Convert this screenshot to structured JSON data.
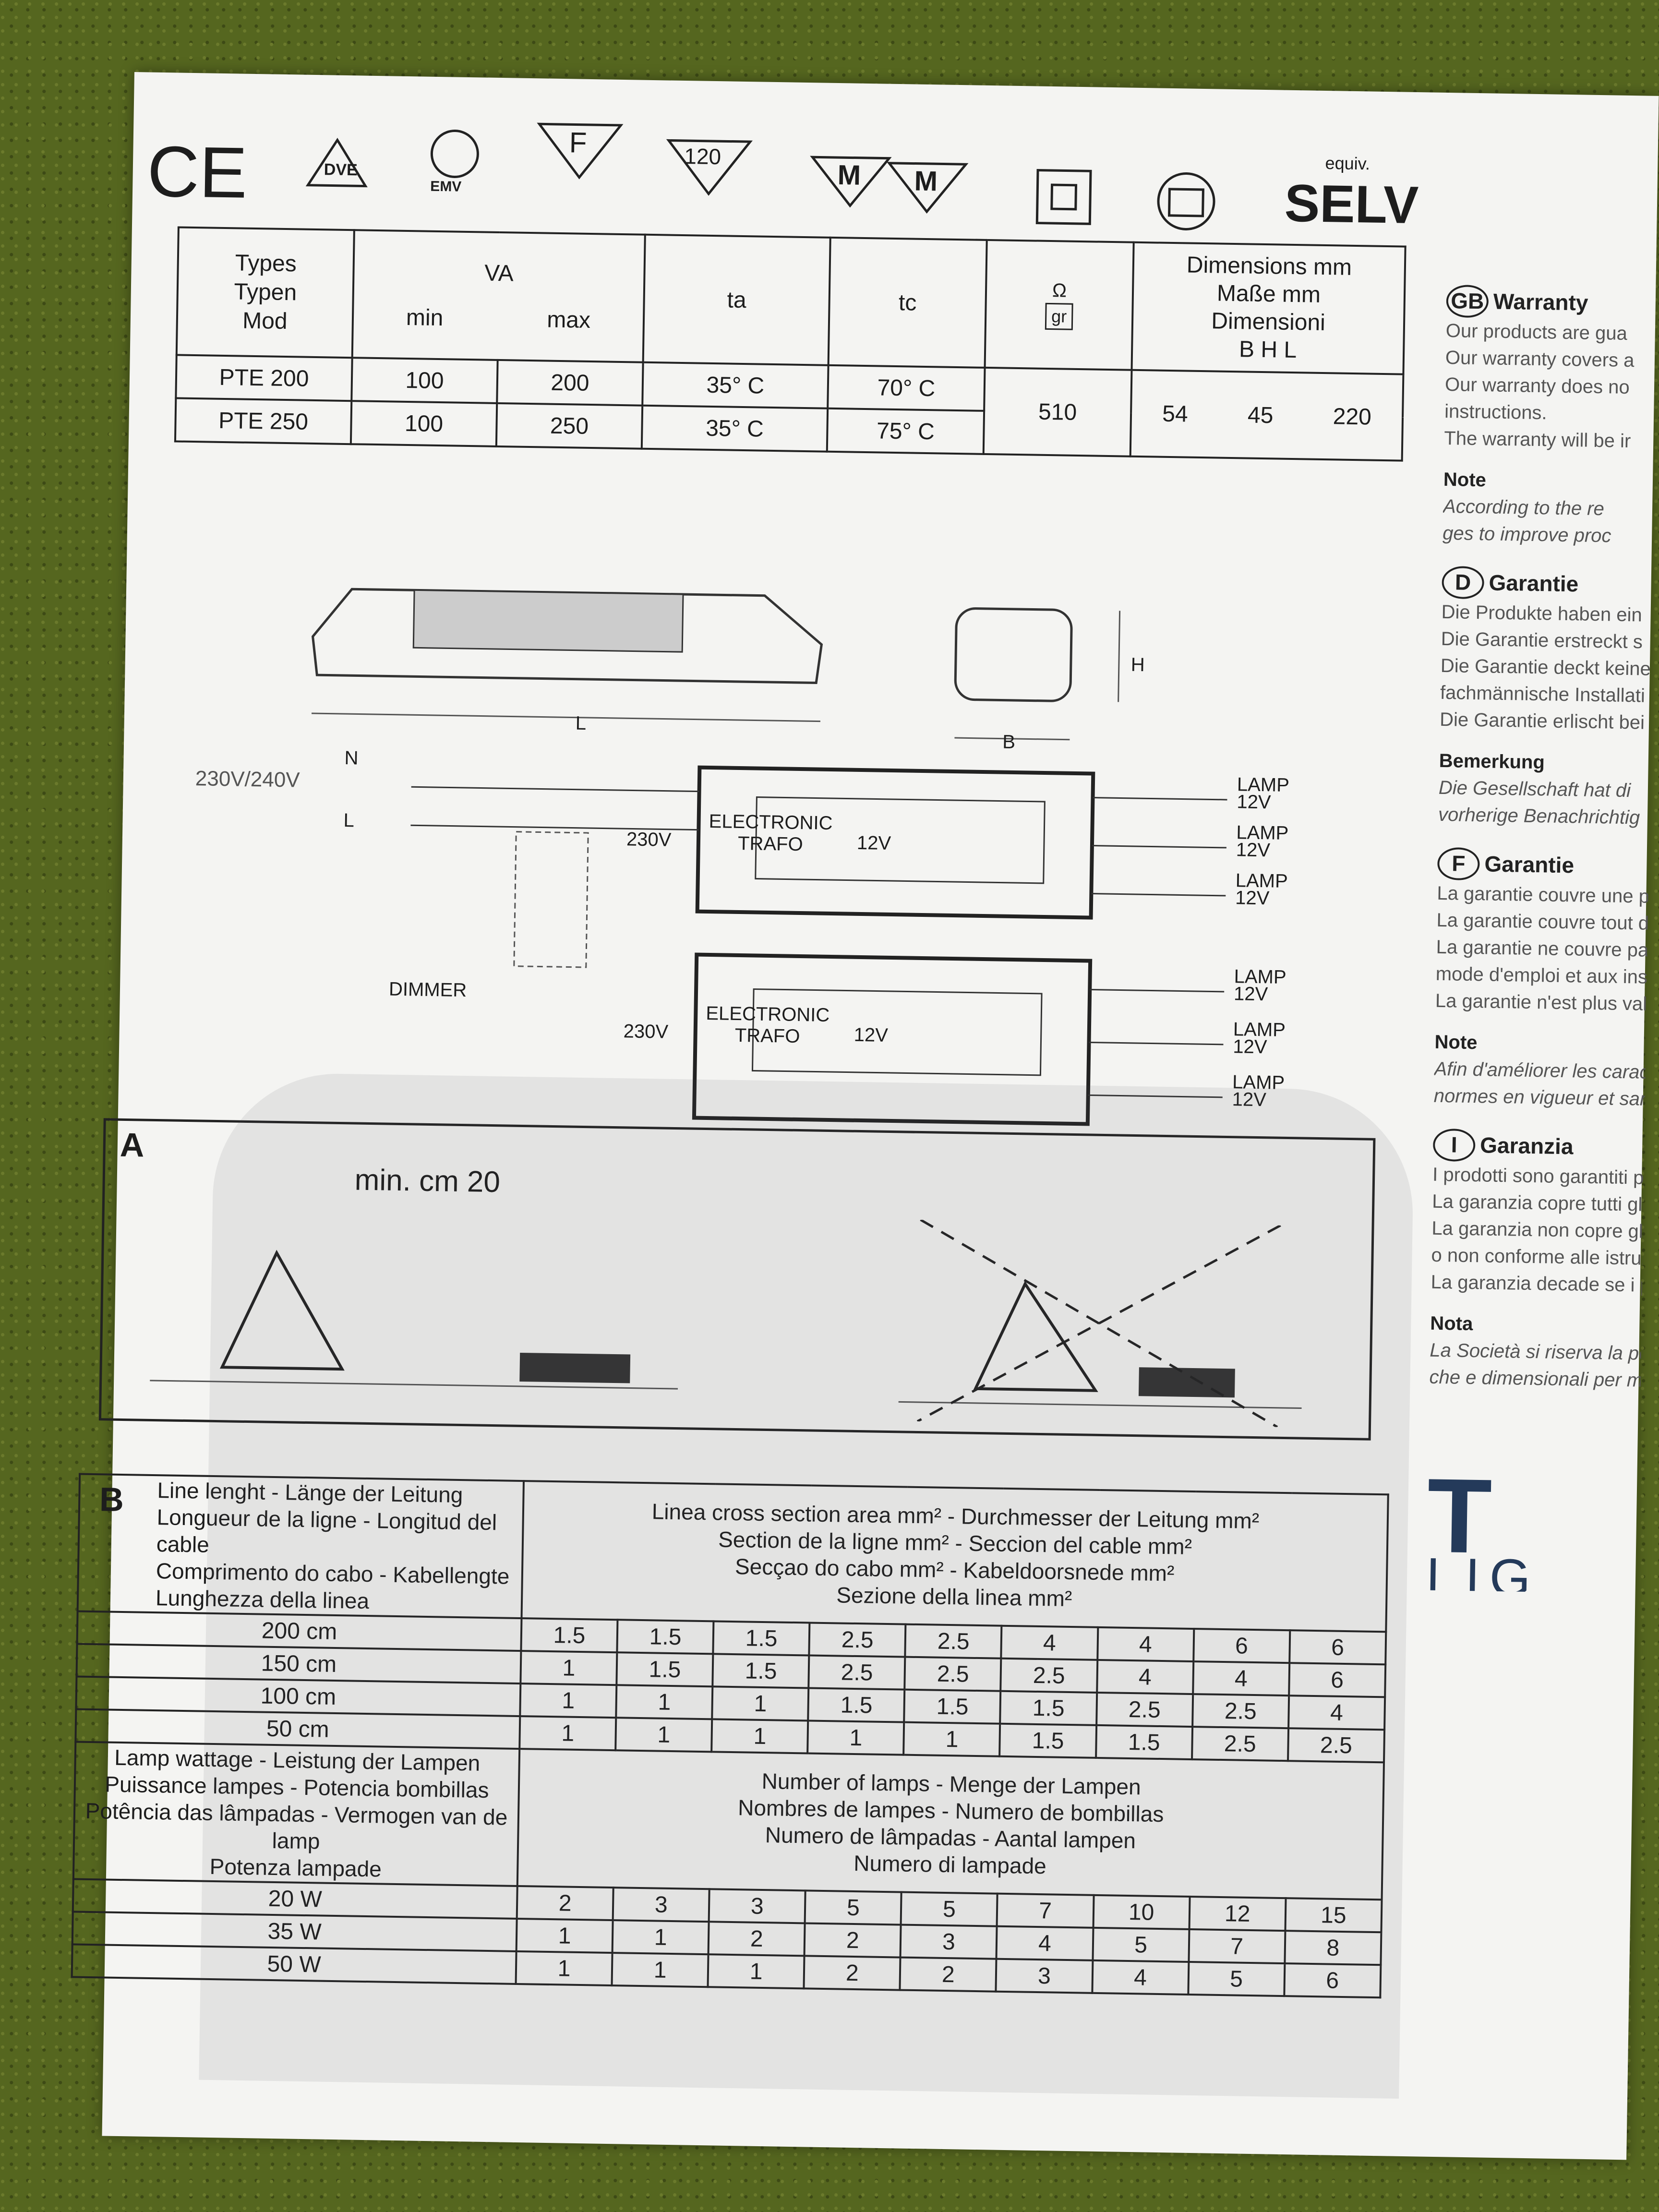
{
  "symbols": {
    "ce": "CE",
    "vde": "DVE",
    "emv": "EMV",
    "f": "F",
    "t120": "120",
    "m1": "M",
    "m2": "M",
    "equiv": "equiv.",
    "selv": "SELV"
  },
  "spec": {
    "h_types": "Types",
    "h_typen": "Typen",
    "h_mod": "Mod",
    "h_va": "VA",
    "h_min": "min",
    "h_max": "max",
    "h_ta": "ta",
    "h_tc": "tc",
    "h_gr": "gr",
    "h_dim1": "Dimensions mm",
    "h_dim2": "Maße mm",
    "h_dim3": "Dimensioni",
    "h_bhl": "B H L",
    "rows": [
      {
        "type": "PTE 200",
        "min": "100",
        "max": "200",
        "ta": "35° C",
        "tc": "70° C"
      },
      {
        "type": "PTE 250",
        "min": "100",
        "max": "250",
        "ta": "35° C",
        "tc": "75° C"
      }
    ],
    "weight": "510",
    "dim_b": "54",
    "dim_h": "45",
    "dim_l": "220"
  },
  "drawing": {
    "l": "L",
    "b": "B",
    "h": "H"
  },
  "wiring": {
    "mains": "230V/240V",
    "n": "N",
    "l": "L",
    "dimmer": "DIMMER",
    "in_v": "230V",
    "out_v": "12V",
    "trafo_name": "ELECTRONIC TRAFO",
    "lamp": "LAMP 12V"
  },
  "boxA": {
    "letter": "A",
    "min_distance": "min. cm 20"
  },
  "tableB": {
    "letter": "B",
    "left_head": [
      "Line lenght - Länge der Leitung",
      "Longueur de la ligne - Longitud del cable",
      "Comprimento do cabo - Kabellengte",
      "Lunghezza della linea"
    ],
    "right_head": [
      "Linea cross section area mm² - Durchmesser der Leitung mm²",
      "Section de la ligne mm² - Seccion del cable mm²",
      "Secçao do cabo mm² - Kabeldoorsnede mm²",
      "Sezione della linea mm²"
    ],
    "rows": [
      {
        "label": "200 cm",
        "v": [
          "1.5",
          "1.5",
          "1.5",
          "2.5",
          "2.5",
          "4",
          "4",
          "6",
          "6"
        ]
      },
      {
        "label": "150 cm",
        "v": [
          "1",
          "1.5",
          "1.5",
          "2.5",
          "2.5",
          "2.5",
          "4",
          "4",
          "6"
        ]
      },
      {
        "label": "100 cm",
        "v": [
          "1",
          "1",
          "1",
          "1.5",
          "1.5",
          "1.5",
          "2.5",
          "2.5",
          "4"
        ]
      },
      {
        "label": "50 cm",
        "v": [
          "1",
          "1",
          "1",
          "1",
          "1",
          "1.5",
          "1.5",
          "2.5",
          "2.5"
        ]
      }
    ],
    "lamp_left_head": [
      "Lamp wattage - Leistung der Lampen",
      "Puissance lampes - Potencia bombillas",
      "Potência das lâmpadas - Vermogen van de lamp",
      "Potenza lampade"
    ],
    "lamp_right_head": [
      "Number of lamps - Menge der Lampen",
      "Nombres de lampes - Numero de bombillas",
      "Numero de lâmpadas - Aantal lampen",
      "Numero di lampade",
      ""
    ],
    "lamps": [
      {
        "label": "20 W",
        "v": [
          "2",
          "3",
          "3",
          "5",
          "5",
          "7",
          "10",
          "12",
          "15"
        ]
      },
      {
        "label": "35 W",
        "v": [
          "1",
          "1",
          "2",
          "2",
          "3",
          "4",
          "5",
          "7",
          "8"
        ]
      },
      {
        "label": "50 W",
        "v": [
          "1",
          "1",
          "1",
          "2",
          "2",
          "3",
          "4",
          "5",
          "6"
        ]
      }
    ]
  },
  "warranty": {
    "gb_code": "GB",
    "gb_title": "Warranty",
    "gb_lines": [
      "Our products are gua",
      "Our warranty covers a",
      "Our warranty does no",
      "instructions.",
      "The warranty will be ir"
    ],
    "note_gb": "Note",
    "note_gb_lines": [
      "According to the re",
      "ges to improve proc"
    ],
    "d_code": "D",
    "d_title": "Garantie",
    "d_lines": [
      "Die Produkte haben ein",
      "Die Garantie erstreckt s",
      "Die Garantie deckt keine",
      "fachmännische Installati",
      "Die Garantie erlischt bei"
    ],
    "note_d": "Bemerkung",
    "note_d_lines": [
      "Die Gesellschaft hat di",
      "vorherige Benachrichtig"
    ],
    "f_code": "F",
    "f_title": "Garantie",
    "f_lines": [
      "La garantie couvre une pé",
      "La garantie couvre tout dé",
      "La garantie ne couvre pas",
      "mode d'emploi et aux instr",
      "La garantie n'est plus valab"
    ],
    "note_f": "Note",
    "note_f_lines": [
      "Afin d'améliorer les carac",
      "normes en vigueur et san"
    ],
    "i_code": "I",
    "i_title": "Garanzia",
    "i_lines": [
      "I prodotti sono garantiti per",
      "La garanzia copre tutti gli ev",
      "La garanzia non copre gli ev",
      "o non conforme alle istruzion",
      "La garanzia decade se i prodo"
    ],
    "note_i": "Nota",
    "note_i_lines": [
      "La Società si riserva la po",
      "che e dimensionali per mi"
    ],
    "logo_letter": "T",
    "logo_sub": "LIG"
  }
}
